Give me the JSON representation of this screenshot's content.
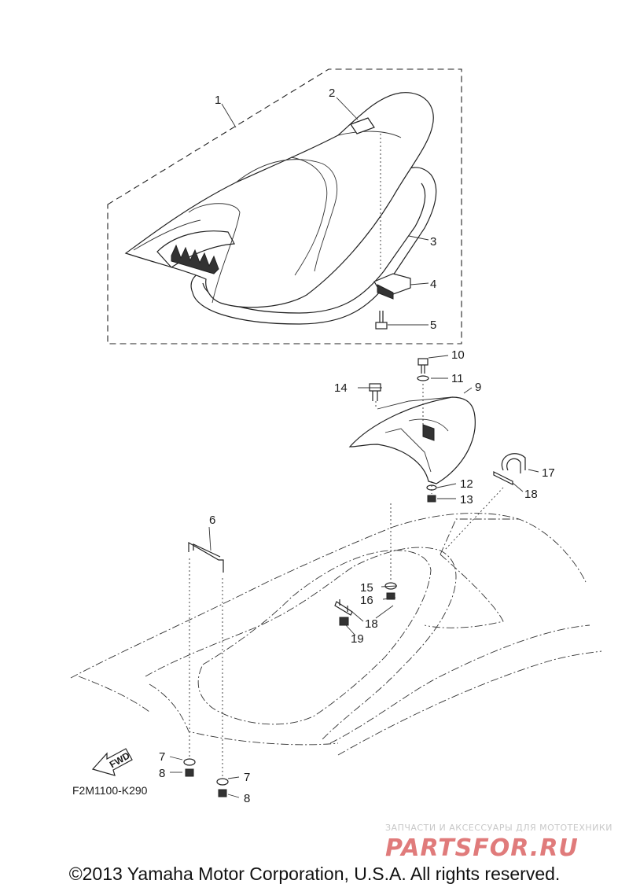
{
  "callouts": {
    "c1": "1",
    "c2": "2",
    "c3": "3",
    "c4": "4",
    "c5": "5",
    "c6": "6",
    "c7a": "7",
    "c7b": "7",
    "c8a": "8",
    "c8b": "8",
    "c9": "9",
    "c10": "10",
    "c11": "11",
    "c12": "12",
    "c13": "13",
    "c14": "14",
    "c15": "15",
    "c16": "16",
    "c17": "17",
    "c18a": "18",
    "c18b": "18",
    "c19": "19"
  },
  "fwd_label": "FWD",
  "diagram_code": "F2M1100-K290",
  "watermark": {
    "tagline": "ЗАПЧАСТИ И АКСЕССУАРЫ ДЛЯ МОТОТЕХНИКИ",
    "brand": "PARTSFOR.RU"
  },
  "copyright": "©2013 Yamaha Motor Corporation, U.S.A. All rights reserved."
}
